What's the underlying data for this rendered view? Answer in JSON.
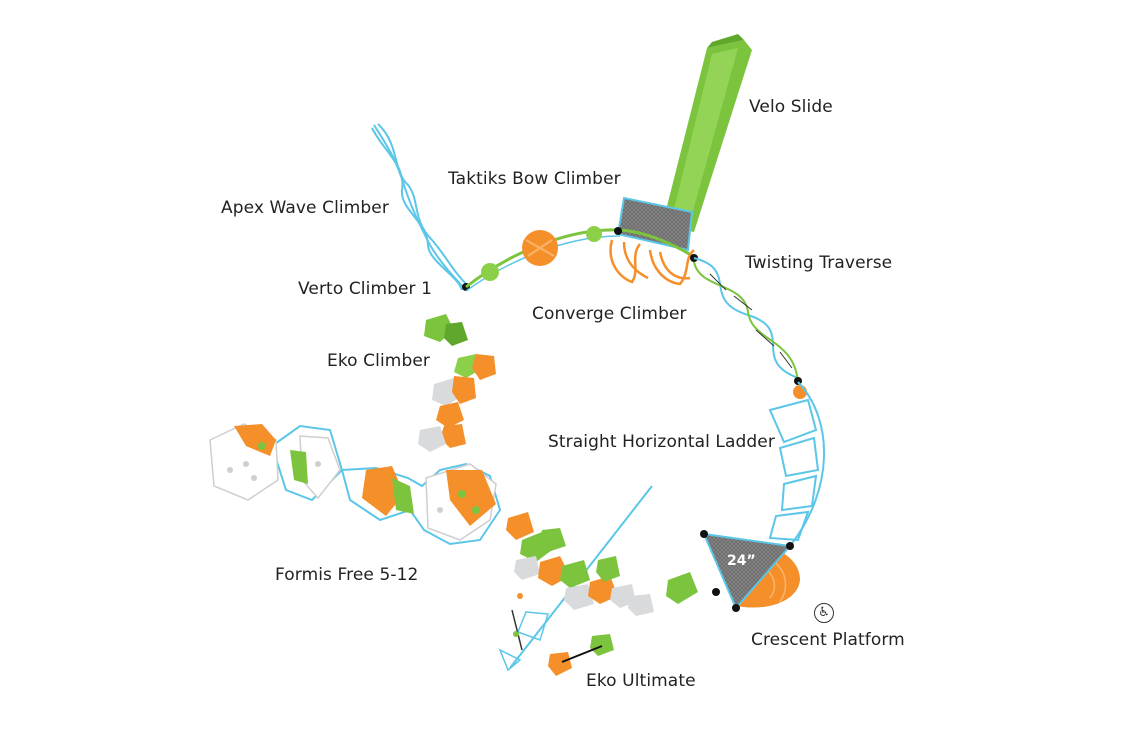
{
  "labels": {
    "velo_slide": "Velo Slide",
    "taktiks_bow_climber": "Taktiks Bow Climber",
    "apex_wave_climber": "Apex Wave Climber",
    "twisting_traverse": "Twisting Traverse",
    "verto_climber_1": "Verto Climber 1",
    "converge_climber": "Converge Climber",
    "eko_climber": "Eko Climber",
    "straight_horizontal_ladder": "Straight Horizontal Ladder",
    "formis_free_5_12": "Formis Free 5-12",
    "crescent_platform": "Crescent Platform",
    "eko_ultimate": "Eko Ultimate"
  },
  "platform_height_badge": "24”",
  "icons": {
    "accessibility": "wheelchair-accessible-icon"
  },
  "colors": {
    "green": "#7CC43E",
    "orange": "#F58F2A",
    "blue": "#5BC6E8",
    "gray": "#D9DADC",
    "dark_mesh": "#6B6B6B",
    "background": "#FFFFFF"
  }
}
